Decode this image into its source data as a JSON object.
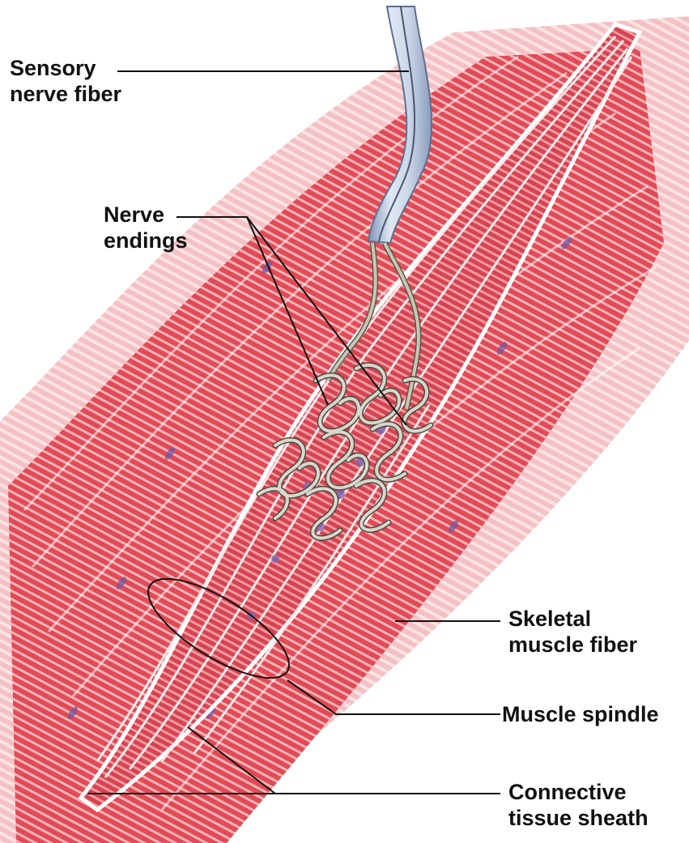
{
  "labels": {
    "sensory_nerve_fiber": {
      "line1": "Sensory",
      "line2": "nerve fiber"
    },
    "nerve_endings": {
      "line1": "Nerve",
      "line2": "endings"
    },
    "skeletal_muscle_fiber": {
      "line1": "Skeletal",
      "line2": "muscle fiber"
    },
    "muscle_spindle": {
      "line1": "Muscle spindle"
    },
    "connective_tissue_sheath": {
      "line1": "Connective",
      "line2": "tissue sheath"
    }
  },
  "colors": {
    "muscle_light": "#f4a3a8",
    "muscle": "#e8505a",
    "muscle_dark": "#c62f3c",
    "nucleus": "#6f5aa0",
    "nerve_blue": "#9fb3cf",
    "nerve_core": "#b9b7a6",
    "leader_line": "#111111"
  }
}
